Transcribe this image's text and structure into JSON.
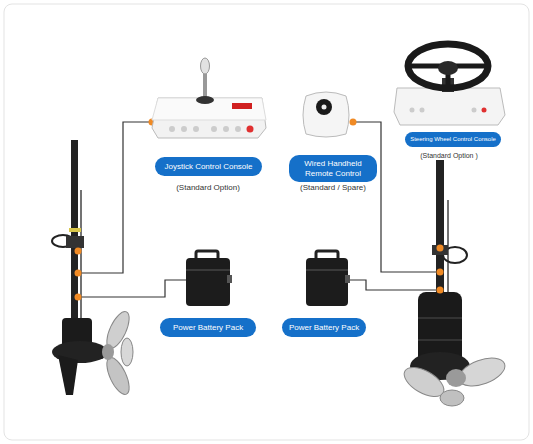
{
  "diagram": {
    "nodes": [
      {
        "text": [
          "Joystick Control Console"
        ]
      },
      {
        "text": [
          "Wired Handheld Remote Control"
        ]
      },
      {
        "text": [
          "Steering Wheel Control Console"
        ]
      },
      {
        "text": [
          "Power Battery Pack"
        ]
      },
      {
        "text": [
          "Power Battery Pack"
        ]
      }
    ],
    "labels": [
      "(Standard Option)",
      "(Standard / Spare)",
      "(Standard Option )"
    ]
  }
}
